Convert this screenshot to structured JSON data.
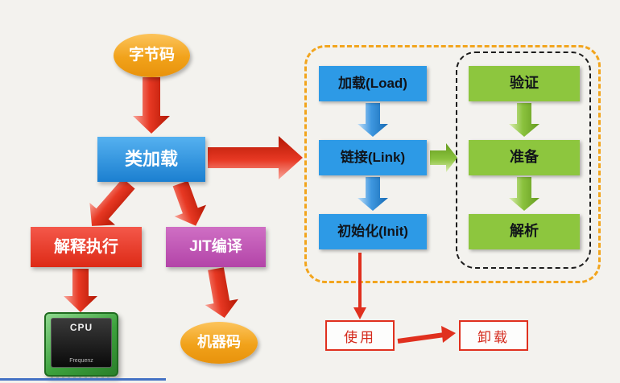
{
  "colors": {
    "background": "#f3f2ee",
    "orange_node": "#f2a51d",
    "blue_node": "#2d9ae6",
    "red_node": "#e83722",
    "purple_node": "#c257b8",
    "green_node": "#8dc63e",
    "dashed_orange_border": "#f2a51d",
    "dashed_black_border": "#1c1c1c",
    "lifecycle_red": "#e0301e",
    "bottom_line_blue": "#4472c4"
  },
  "nodes": {
    "bytecode": "字节码",
    "class_loading": "类加载",
    "interpret": "解释执行",
    "jit": "JIT编译",
    "machine_code": "机器码"
  },
  "cpu": {
    "label": "CPU",
    "sublabel": "Frequenz"
  },
  "stages": {
    "load": "加载(Load)",
    "link": "链接(Link)",
    "init": "初始化(Init)"
  },
  "link_substages": {
    "verify": "验证",
    "prepare": "准备",
    "resolve": "解析"
  },
  "lifecycle": {
    "use": "使用",
    "unload": "卸载"
  }
}
